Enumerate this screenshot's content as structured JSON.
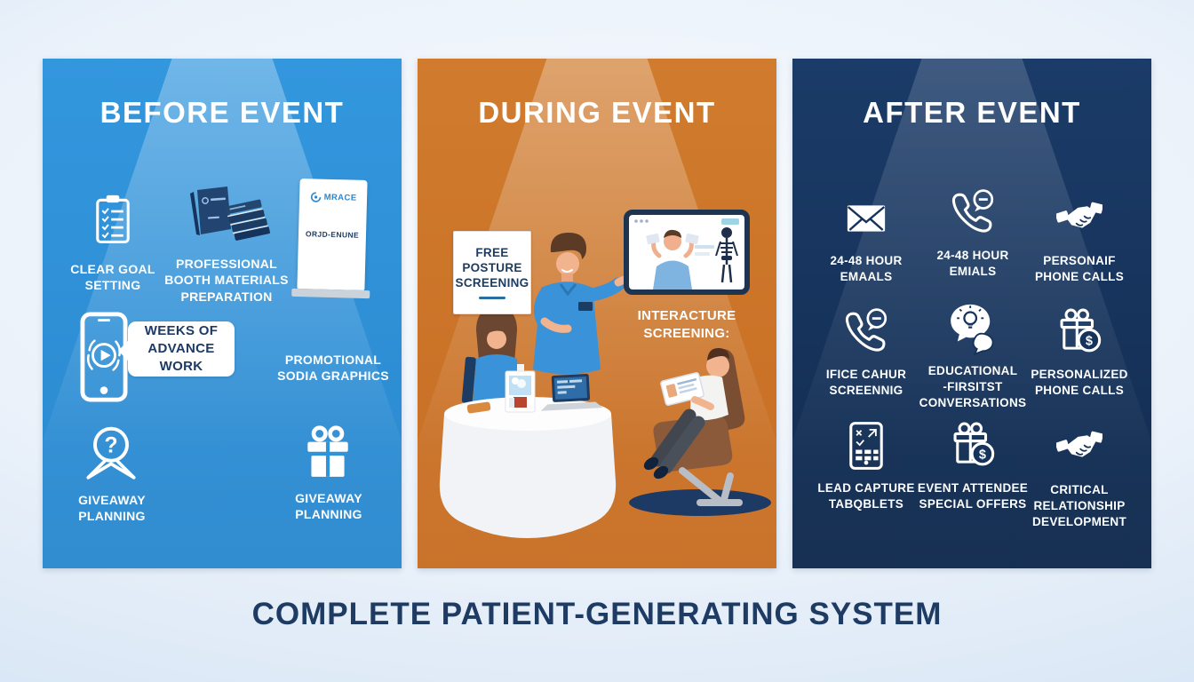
{
  "footer_title": "COMPLETE PATIENT-GENERATING SYSTEM",
  "before": {
    "title": "BEFORE EVENT",
    "clear_goal": "CLEAR GOAL\nSETTING",
    "booth": "PROFESSIONAL\nBOOTH MATERIALS\nPREPARATION",
    "banner_logo": "MRACE",
    "banner_sub": "ORJD-ENUNE",
    "advance": "WEEKS OF\nADVANCE WORK",
    "promo": "PROMOTIONAL\nSODIA GRAPHICS",
    "giveaway_left": "GIVEAWAY\nPLANNING",
    "giveaway_right": "GIVEAWAY\nPLANNING"
  },
  "during": {
    "title": "DURING EVENT",
    "sign": "FREE\nPOSTURE\nSCREENING",
    "screen_label": "INTERACTURE\nSCREENING:"
  },
  "after": {
    "title": "AFTER EVENT",
    "items": [
      {
        "icon": "envelope",
        "label": "24-48 HOUR\nEMAALS"
      },
      {
        "icon": "phone-chat",
        "label": "24-48 HOUR\nEMIALS"
      },
      {
        "icon": "handshake",
        "label": "PERSONAIF\nPHONE CALLS"
      },
      {
        "icon": "phone-chat",
        "label": "IFICE CAHUR\nSCREENNIG"
      },
      {
        "icon": "chat-lightbulb",
        "label": "EDUCATIONAL\n-FIRSITST CONVERSATIONS"
      },
      {
        "icon": "gift-dollar",
        "label": "PERSONALIZED\nPHONE CALLS"
      },
      {
        "icon": "lead-tablet",
        "label": "LEAD CAPTURE\nTABQBLETS"
      },
      {
        "icon": "gift-dollar",
        "label": "EVENT ATTENDEE\nSPECIAL OFFERS"
      },
      {
        "icon": "handshake",
        "label": "CRITICAL\nRELATIONSHIP\nDEVELOPMENT"
      }
    ]
  },
  "colors": {
    "panel_blue": "#2e94da",
    "panel_orange": "#cd7428",
    "panel_navy": "#16335c",
    "title_navy": "#1d3b63"
  }
}
